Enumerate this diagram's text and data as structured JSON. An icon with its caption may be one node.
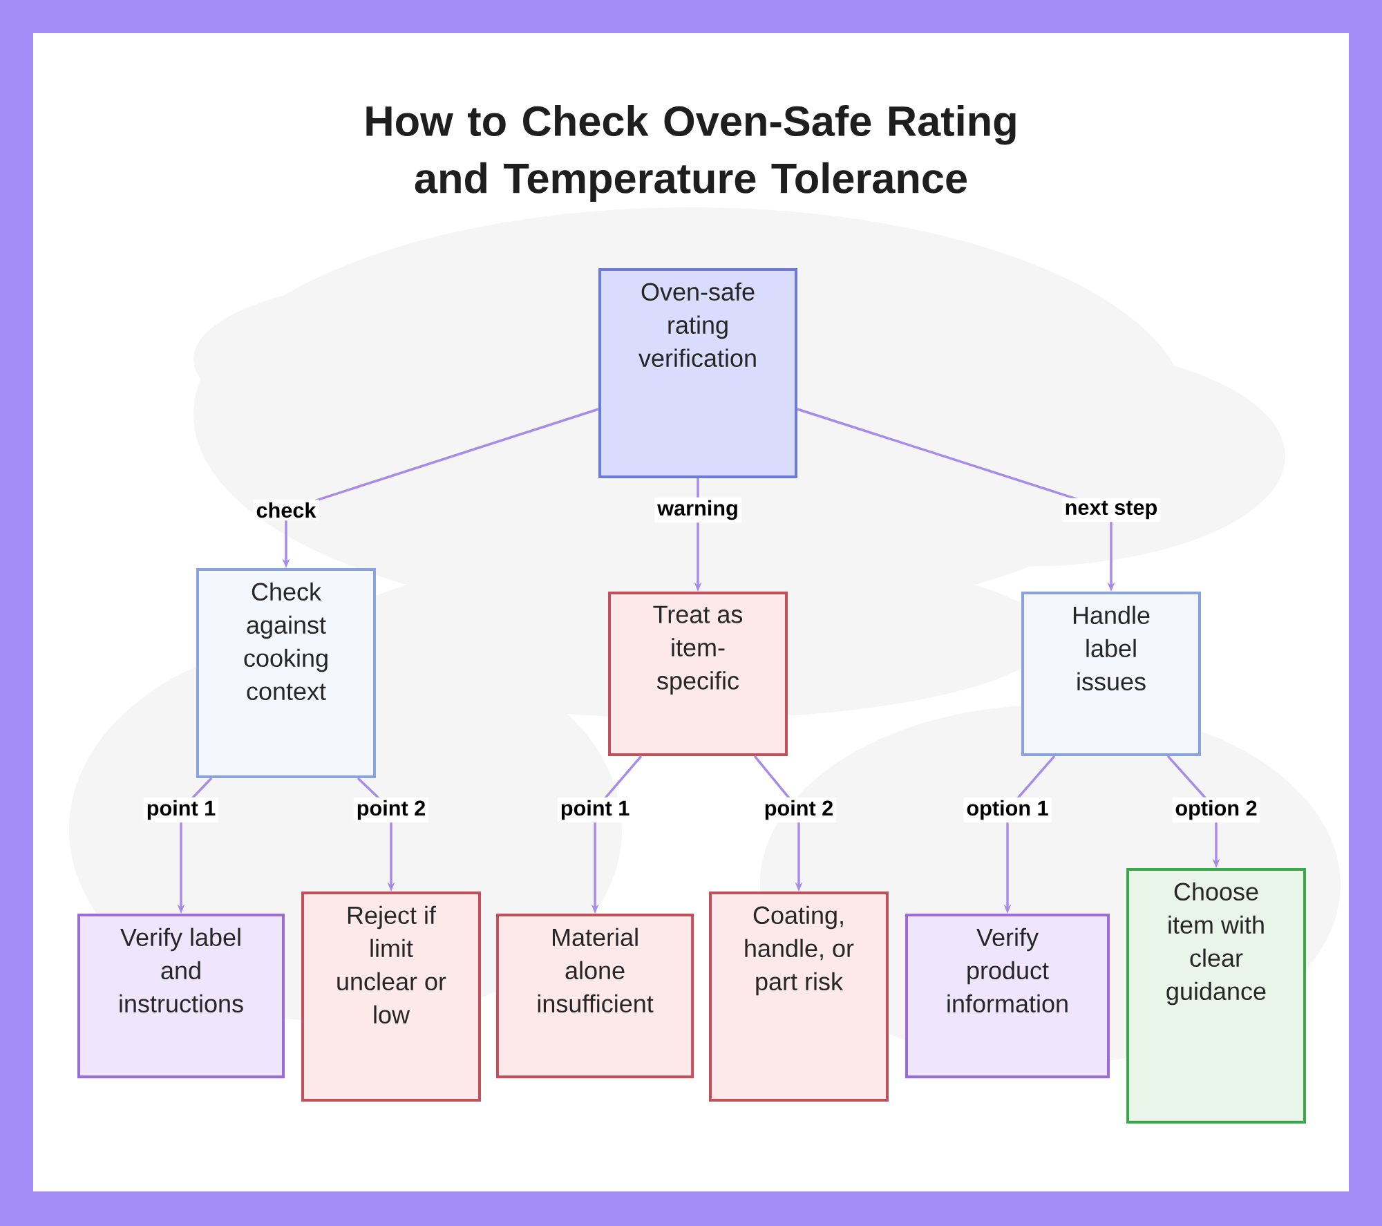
{
  "diagram": {
    "title": "How to Check Oven-Safe Rating and Temperature Tolerance",
    "nodes": [
      {
        "text": [
          "Oven-safe rating verification"
        ]
      },
      {
        "text": [
          "Check against cooking context"
        ]
      },
      {
        "text": [
          "Treat as item-specific"
        ]
      },
      {
        "text": [
          "Handle label issues"
        ]
      },
      {
        "text": [
          "Verify label and instructions"
        ]
      },
      {
        "text": [
          "Reject if limit unclear or low"
        ]
      },
      {
        "text": [
          "Material alone insufficient"
        ]
      },
      {
        "text": [
          "Coating, handle, or part risk"
        ]
      },
      {
        "text": [
          "Verify product information"
        ]
      },
      {
        "text": [
          "Choose item with clear guidance"
        ]
      }
    ],
    "edges": [
      {
        "from": 0,
        "to": 1,
        "arrow": "to",
        "label": "check"
      },
      {
        "from": 0,
        "to": 2,
        "arrow": "to",
        "label": "warning"
      },
      {
        "from": 0,
        "to": 3,
        "arrow": "to",
        "label": "next step"
      },
      {
        "from": 1,
        "to": 4,
        "arrow": "to",
        "label": "point 1"
      },
      {
        "from": 1,
        "to": 5,
        "arrow": "to",
        "label": "point 2"
      },
      {
        "from": 2,
        "to": 6,
        "arrow": "to",
        "label": "point 1"
      },
      {
        "from": 2,
        "to": 7,
        "arrow": "to",
        "label": "point 2"
      },
      {
        "from": 3,
        "to": 8,
        "arrow": "to",
        "label": "option 1"
      },
      {
        "from": 3,
        "to": 9,
        "arrow": "to",
        "label": "option 2"
      }
    ]
  }
}
